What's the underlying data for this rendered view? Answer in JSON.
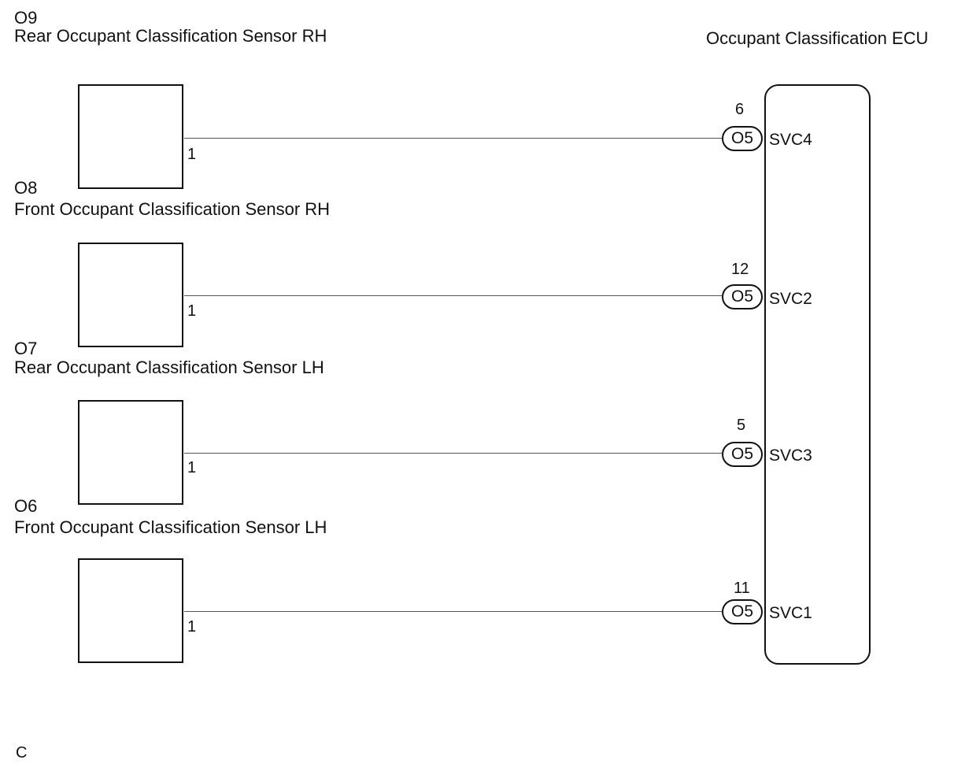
{
  "ecu": {
    "title": "Occupant Classification ECU"
  },
  "sensors": [
    {
      "code": "O9",
      "name": "Rear Occupant Classification Sensor RH",
      "pin": "1",
      "ecu_pin": "6",
      "connector": "O5",
      "signal": "SVC4"
    },
    {
      "code": "O8",
      "name": "Front Occupant Classification Sensor RH",
      "pin": "1",
      "ecu_pin": "12",
      "connector": "O5",
      "signal": "SVC2"
    },
    {
      "code": "O7",
      "name": "Rear Occupant Classification Sensor LH",
      "pin": "1",
      "ecu_pin": "5",
      "connector": "O5",
      "signal": "SVC3"
    },
    {
      "code": "O6",
      "name": "Front Occupant Classification Sensor LH",
      "pin": "1",
      "ecu_pin": "11",
      "connector": "O5",
      "signal": "SVC1"
    }
  ],
  "footer": {
    "code": "C"
  }
}
